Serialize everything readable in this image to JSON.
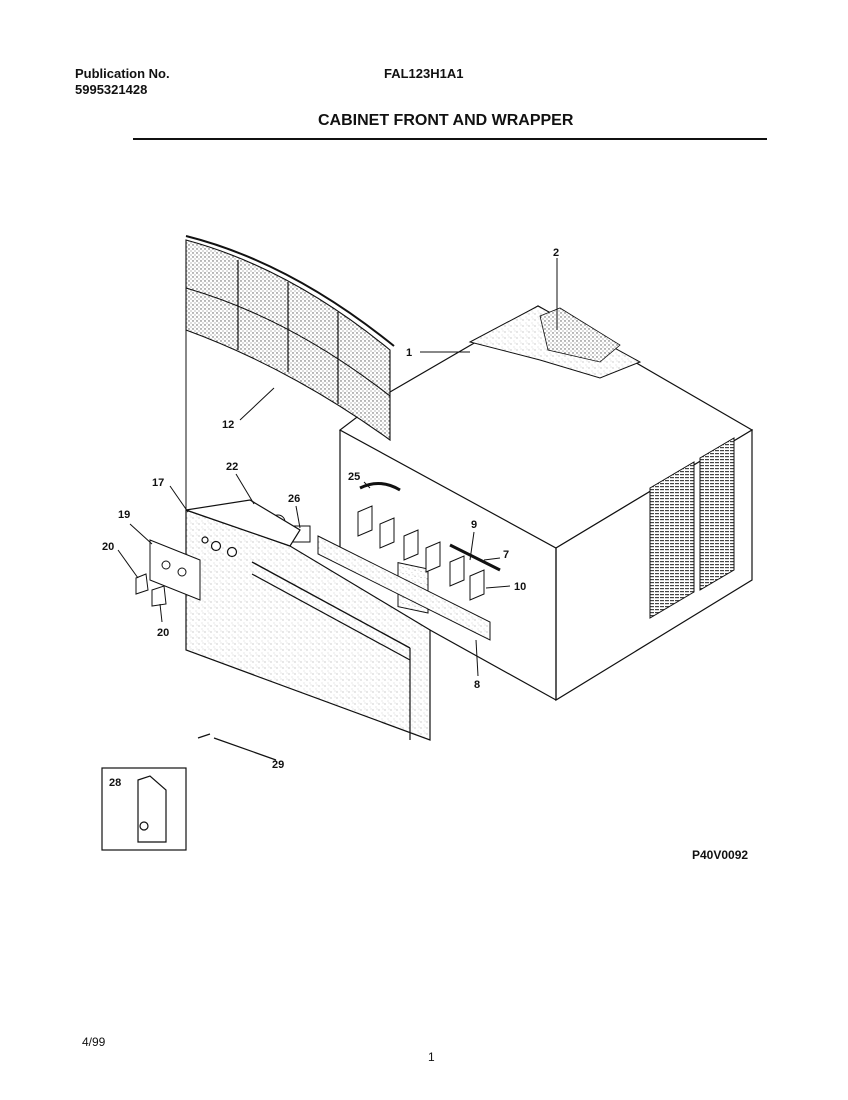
{
  "header": {
    "publication_label": "Publication No.",
    "publication_number": "5995321428",
    "model": "FAL123H1A1",
    "title": "CABINET FRONT AND WRAPPER"
  },
  "diagram": {
    "code": "P40V0092",
    "callouts": [
      "1",
      "2",
      "7",
      "8",
      "9",
      "10",
      "12",
      "17",
      "19",
      "20",
      "20",
      "22",
      "25",
      "26",
      "28",
      "29"
    ]
  },
  "footer": {
    "date": "4/99",
    "page": "1"
  }
}
